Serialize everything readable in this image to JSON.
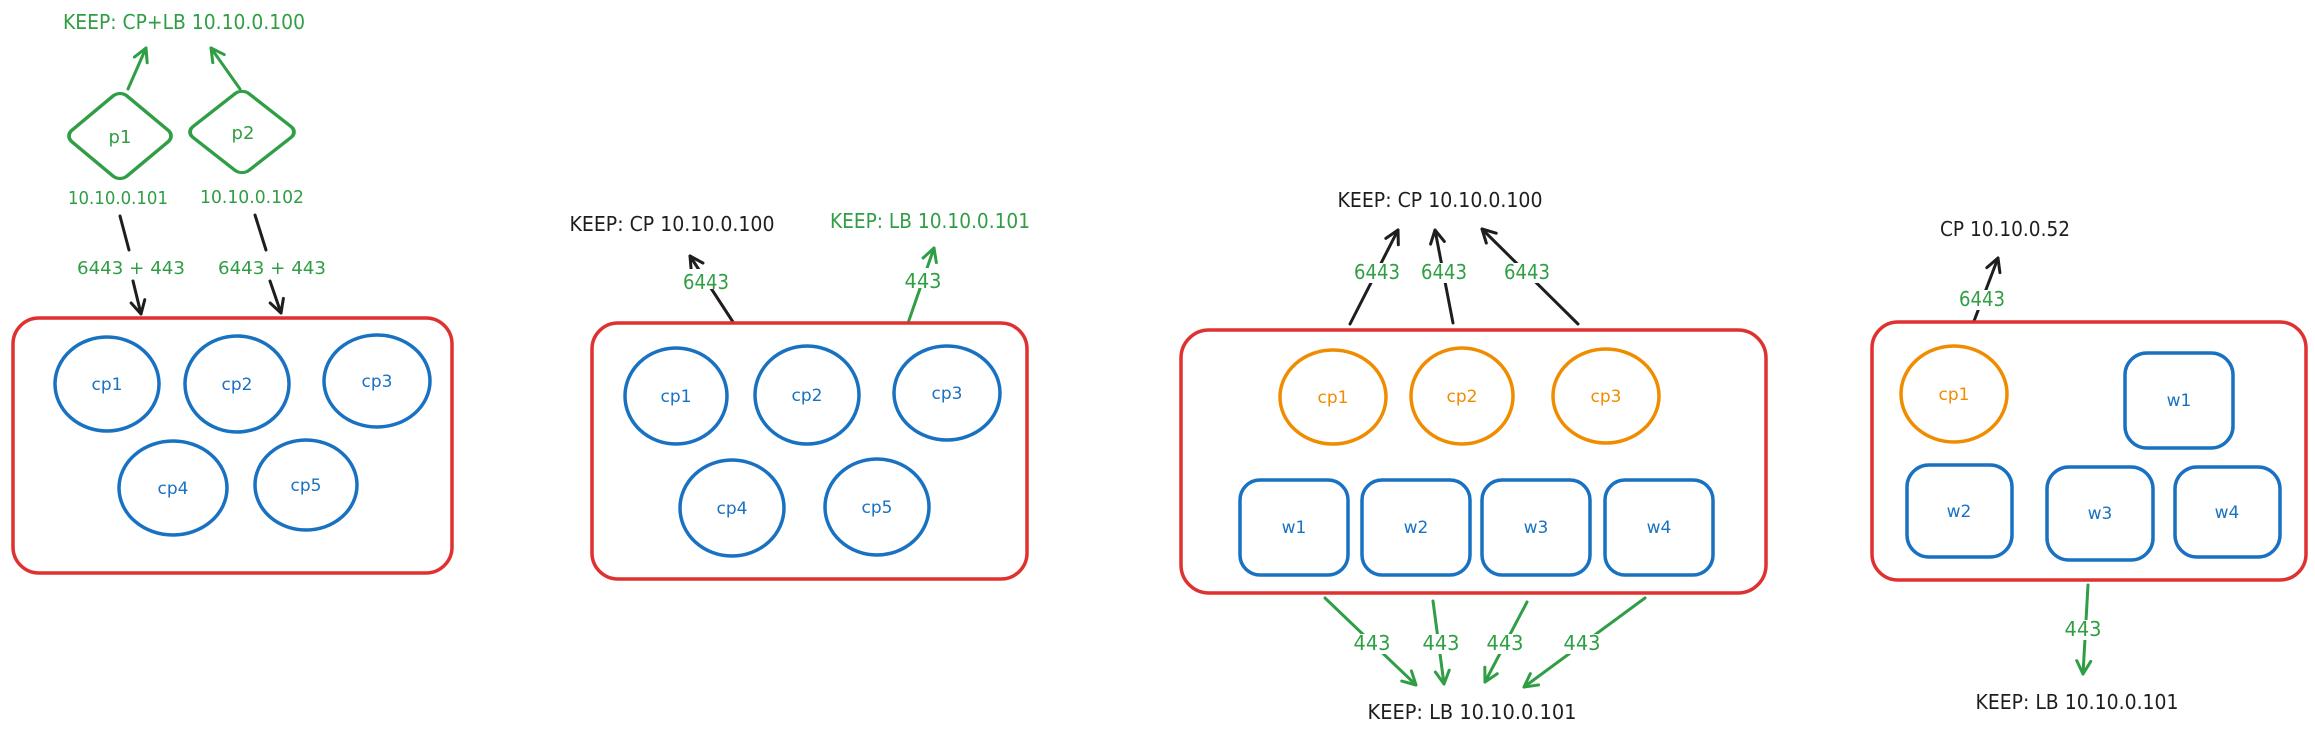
{
  "colors": {
    "green": "#2f9e44",
    "red": "#e03131",
    "blue": "#1971c2",
    "orange": "#f08c00",
    "ink": "#1e1e1e",
    "background": "#ffffff"
  },
  "cluster1": {
    "title": "KEEP: CP+LB 10.10.0.100",
    "proxy1_label": "p1",
    "proxy1_ip": "10.10.0.101",
    "proxy1_ports": "6443 + 443",
    "proxy2_label": "p2",
    "proxy2_ip": "10.10.0.102",
    "proxy2_ports": "6443 + 443",
    "nodes": [
      "cp1",
      "cp2",
      "cp3",
      "cp4",
      "cp5"
    ]
  },
  "cluster2": {
    "cp_title": "KEEP: CP 10.10.0.100",
    "cp_port": "6443",
    "lb_title": "KEEP: LB 10.10.0.101",
    "lb_port": "443",
    "nodes": [
      "cp1",
      "cp2",
      "cp3",
      "cp4",
      "cp5"
    ]
  },
  "cluster3": {
    "cp_title": "KEEP: CP 10.10.0.100",
    "cp_ports": [
      "6443",
      "6443",
      "6443"
    ],
    "control_nodes": [
      "cp1",
      "cp2",
      "cp3"
    ],
    "worker_nodes": [
      "w1",
      "w2",
      "w3",
      "w4"
    ],
    "lb_ports": [
      "443",
      "443",
      "443",
      "443"
    ],
    "lb_title": "KEEP: LB 10.10.0.101"
  },
  "cluster4": {
    "cp_title": "CP 10.10.0.52",
    "cp_port": "6443",
    "control_nodes": [
      "cp1"
    ],
    "worker_nodes": [
      "w1",
      "w2",
      "w3",
      "w4"
    ],
    "lb_port": "443",
    "lb_title": "KEEP: LB 10.10.0.101"
  }
}
